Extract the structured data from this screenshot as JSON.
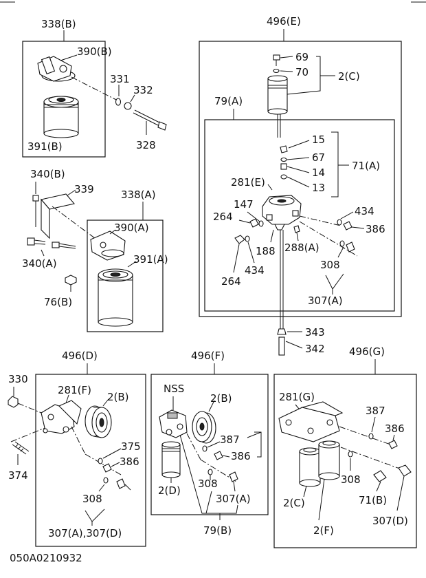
{
  "labels": {
    "338B": "338(B)",
    "390B": "390(B)",
    "331": "331",
    "332": "332",
    "391B": "391(B)",
    "328": "328",
    "340B": "340(B)",
    "339": "339",
    "338A": "338(A)",
    "390A": "390(A)",
    "391A": "391(A)",
    "340A": "340(A)",
    "76B": "76(B)",
    "496E": "496(E)",
    "69": "69",
    "70": "70",
    "2C_top": "2(C)",
    "79A": "79(A)",
    "15": "15",
    "67": "67",
    "14": "14",
    "71A": "71(A)",
    "13": "13",
    "281E": "281(E)",
    "147": "147",
    "264a": "264",
    "434a": "434",
    "386a": "386",
    "188": "188",
    "288A": "288(A)",
    "308a": "308",
    "434b": "434",
    "264b": "264",
    "307A_a": "307(A)",
    "343": "343",
    "342": "342",
    "496D": "496(D)",
    "330": "330",
    "281F": "281(F)",
    "2B_d": "2(B)",
    "375": "375",
    "386b": "386",
    "374": "374",
    "308b": "308",
    "307AD": "307(A),307(D)",
    "496F": "496(F)",
    "NSS": "NSS",
    "2B_f": "2(B)",
    "387a": "387",
    "386c": "386",
    "2D": "2(D)",
    "308c": "308",
    "307A_b": "307(A)",
    "79B": "79(B)",
    "496G": "496(G)",
    "281G": "281(G)",
    "387b": "387",
    "386d": "386",
    "308d": "308",
    "2C_g": "2(C)",
    "71B": "71(B)",
    "2F": "2(F)",
    "307D": "307(D)",
    "code": "050A0210932"
  }
}
